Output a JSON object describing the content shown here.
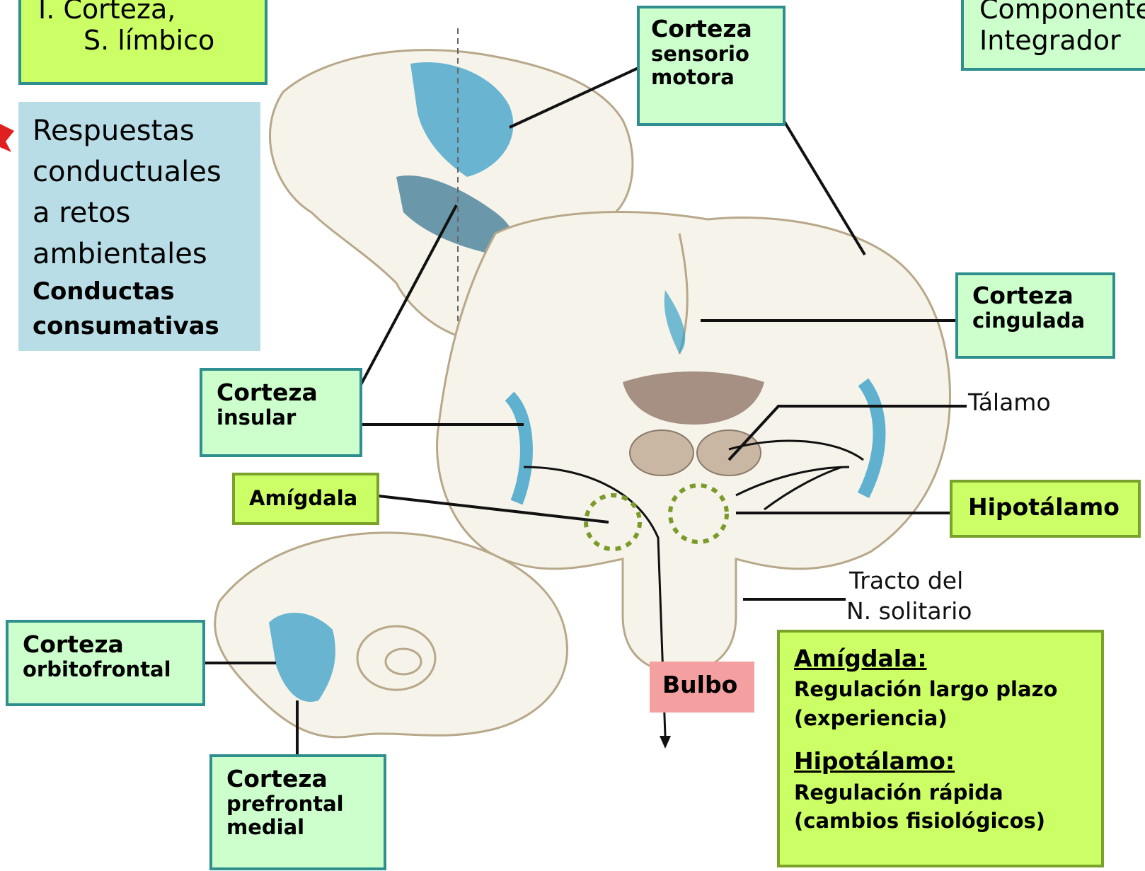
{
  "top_left_box": {
    "lines": [
      "I.  Corteza,",
      "S. límbico"
    ]
  },
  "top_right_box": {
    "lines": [
      "Componente",
      "Integrador"
    ]
  },
  "behavior_box": {
    "lines": [
      "Respuestas",
      "conductuales",
      "a retos",
      "ambientales"
    ],
    "bold_lines": [
      "Conductas",
      "consumativas"
    ]
  },
  "labels": {
    "sensoriomotora": {
      "title": "Corteza",
      "sub": [
        "sensorio",
        "motora"
      ]
    },
    "cingulada": {
      "title": "Corteza",
      "sub": [
        "cingulada"
      ]
    },
    "insular": {
      "title": "Corteza",
      "sub": [
        "insular"
      ]
    },
    "amigdala": "Amígdala",
    "hipotalamo": "Hipotálamo",
    "talamo": "Tálamo",
    "tracto": [
      "Tracto del",
      "N. solitario"
    ],
    "orbitofrontal": {
      "title": "Corteza",
      "sub": [
        "orbitofrontal"
      ]
    },
    "prefrontal": {
      "title": "Corteza",
      "sub": [
        "prefrontal",
        "medial"
      ]
    },
    "bulbo": "Bulbo"
  },
  "info_box": {
    "amigdala_head": "Amígdala:",
    "amigdala_text": [
      "Regulación largo plazo",
      "(experiencia)"
    ],
    "hipotalamo_head": "Hipotálamo:",
    "hipotalamo_text": [
      "Regulación rápida",
      "(cambios fisiológicos)"
    ]
  },
  "colors": {
    "highlight_blue": "#3aa0c8",
    "brain_fill": "#f6f3ea",
    "box_lime": "#ccff66",
    "box_mint": "#ccffcc",
    "bulbo_pink": "#f4a0a0",
    "behavior_blue": "#b8dde6",
    "dotted_circle": "#7a9a2a",
    "star_red": "#e02020"
  }
}
